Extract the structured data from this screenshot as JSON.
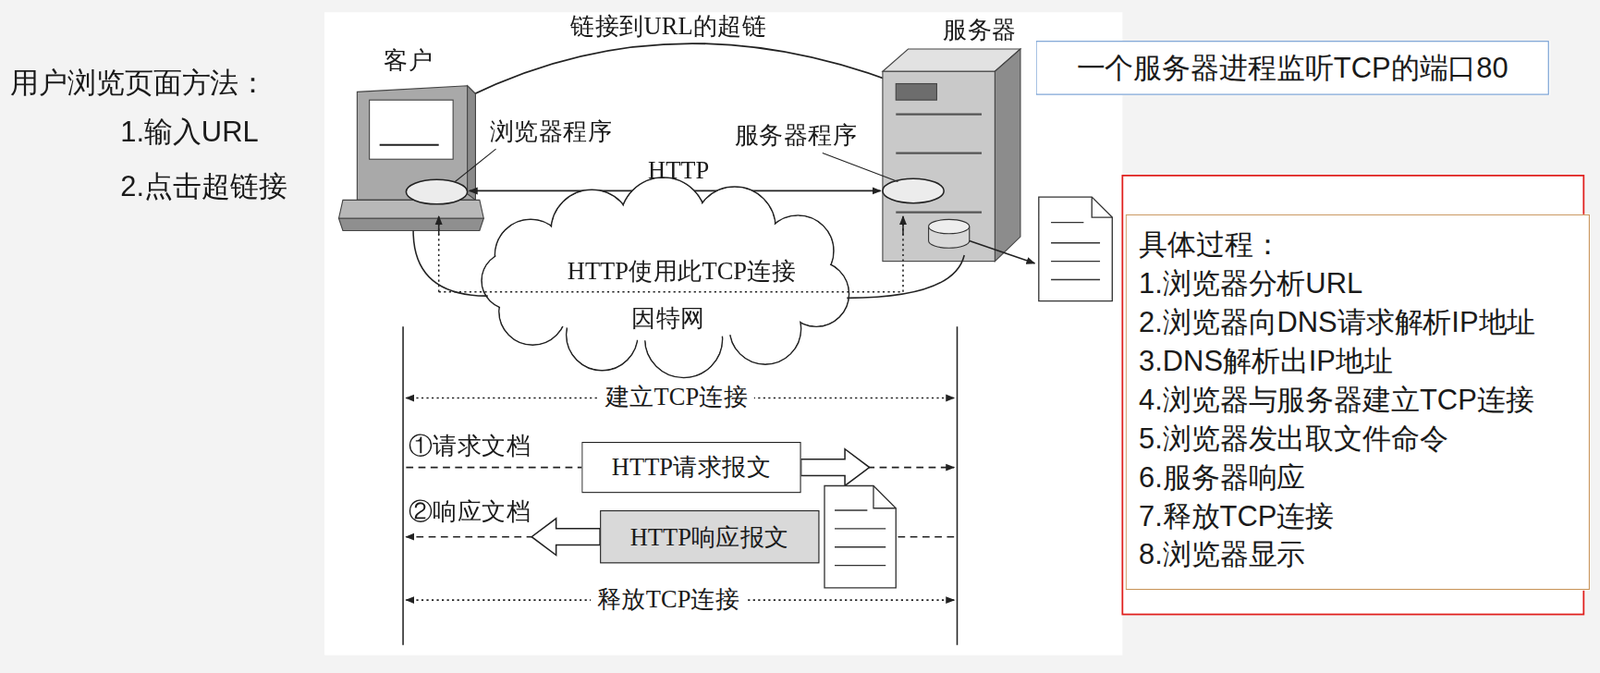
{
  "diagram": {
    "nodes": [
      {
        "text": [
          "一个服务器进程监听TCP的端口80"
        ]
      },
      {
        "text": [
          "具体过程：",
          "1.浏览器分析URL",
          "2.浏览器向DNS请求解析IP地址",
          "3.DNS解析出IP地址",
          "4.浏览器与服务器建立TCP连接",
          "5.浏览器发出取文件命令",
          "6.服务器响应",
          "7.释放TCP连接",
          "8.浏览器显示"
        ]
      },
      {
        "text": [
          "HTTP请求报文"
        ]
      },
      {
        "text": [
          "HTTP响应报文"
        ]
      }
    ],
    "labels": [
      "用户浏览页面方法：",
      "1.输入URL",
      "2.点击超链接",
      "链接到URL的超链",
      "客户",
      "服务器",
      "浏览器程序",
      "服务器程序",
      "HTTP",
      "HTTP使用此TCP连接",
      "因特网",
      "建立TCP连接",
      "①请求文档",
      "②响应文档",
      "释放TCP连接"
    ]
  }
}
